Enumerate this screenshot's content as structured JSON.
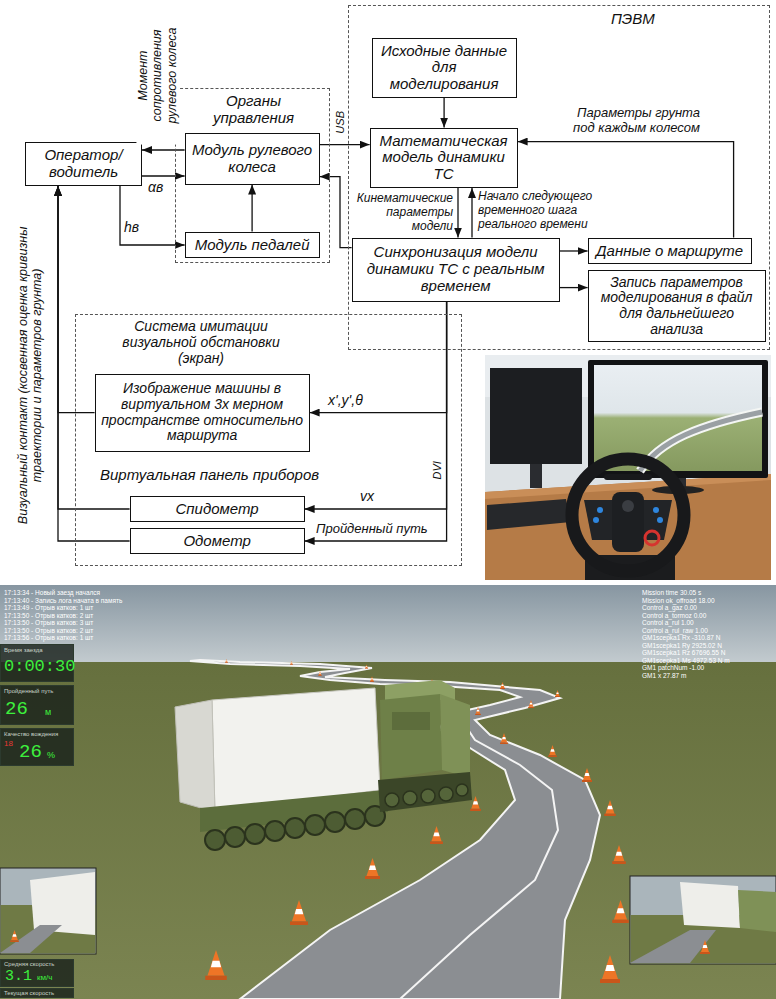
{
  "diagram": {
    "nodes": [
      {
        "text": [
          "ПЭВМ"
        ]
      },
      {
        "text": [
          "Исходные данные для моделирования"
        ],
        "in": 0
      },
      {
        "text": [
          "Математическая модель динамики ТС"
        ],
        "in": 0
      },
      {
        "text": [
          "Синхронизация модели динамики ТС с реальным временем"
        ],
        "in": 0
      },
      {
        "text": [
          "Данные о маршруте"
        ],
        "in": 0
      },
      {
        "text": [
          "Запись параметров моделирования в файл для дальнейшего анализа"
        ],
        "in": 0
      },
      {
        "text": [
          "Органы управления"
        ]
      },
      {
        "text": [
          "Модуль рулевого колеса"
        ],
        "in": 6
      },
      {
        "text": [
          "Модуль педалей"
        ],
        "in": 6
      },
      {
        "text": [
          "Оператор/ водитель"
        ]
      },
      {
        "text": [
          "Система имитации визуальной обстановки (экран)"
        ]
      },
      {
        "text": [
          "Изображение машины в виртуальном 3х мерном пространстве относительно маршрута"
        ],
        "in": 10
      },
      {
        "text": [
          "Спидометр"
        ],
        "in": 10
      },
      {
        "text": [
          "Одометр"
        ],
        "in": 10
      },
      {
        "text": [
          "Время заезда",
          "0:00:30"
        ]
      },
      {
        "text": [
          "Пройденный путь",
          "26",
          "м"
        ]
      },
      {
        "text": [
          "Качество вождения",
          "18",
          "26",
          "%"
        ]
      },
      {
        "text": [
          "Средняя скорость",
          "3.1",
          "км/ч"
        ]
      },
      {
        "text": [
          "Текущая скорость"
        ]
      }
    ],
    "edges": [
      {
        "from": 7,
        "to": 9,
        "arrow": "to",
        "label": "Момент сопротивления рулевого колеса"
      },
      {
        "from": 9,
        "to": 7,
        "arrow": "to",
        "label": "αв"
      },
      {
        "from": 9,
        "to": 8,
        "arrow": "to",
        "label": "hв"
      },
      {
        "from": 8,
        "to": 7,
        "arrow": "to"
      },
      {
        "from": 7,
        "to": 2,
        "arrow": "to"
      },
      {
        "from": 3,
        "to": 7,
        "arrow": "to"
      },
      {
        "from": 1,
        "to": 2,
        "arrow": "to"
      },
      {
        "from": 2,
        "to": 3,
        "arrow": "to",
        "label": "Кинематические параметры модели"
      },
      {
        "from": 3,
        "to": 2,
        "arrow": "to",
        "label": "Начало следующего временного шага реального времени"
      },
      {
        "from": 4,
        "to": 2,
        "arrow": "to",
        "label": "Параметры грунта под каждым колесом"
      },
      {
        "from": 3,
        "to": 4,
        "arrow": "to"
      },
      {
        "from": 3,
        "to": 5,
        "arrow": "to"
      },
      {
        "from": 3,
        "to": 11,
        "arrow": "to",
        "label": "x',y',θ"
      },
      {
        "from": 3,
        "to": 12,
        "arrow": "to",
        "label": "vx"
      },
      {
        "from": 3,
        "to": 13,
        "arrow": "to",
        "label": "Пройденный путь"
      },
      {
        "from": 11,
        "to": 9,
        "arrow": "to",
        "label": "Визуальный контакт (косвенная оценка кривизны траектории и параметров грунта)"
      },
      {
        "from": 12,
        "to": 9,
        "arrow": "to"
      },
      {
        "from": 13,
        "to": 9,
        "arrow": "to"
      }
    ],
    "labels": [
      "Виртуальная панель приборов",
      "USB",
      "DVI",
      "17:13:34 - Новый заезд начался",
      "17:13:40 - Запись лога начата в память",
      "17:13:49 - Отрыв катков: 1 шт",
      "17:13:50 - Отрыв катков: 2 шт",
      "17:13:50 - Отрыв катков: 3 шт",
      "17:13:50 - Отрыв катков: 2 шт",
      "17:13:56 - Отрыв катков: 1 шт",
      "Mission time 30.05 s",
      "Mission ok_offroad 18.00",
      "Control a_gaz 0.00",
      "Control a_tormoz 0.00",
      "Control a_rul 1.00",
      "Control a_rul_raw 1.00",
      "GM1scepka1 Rx -310.87 N",
      "GM1scepka1 Ry 2925.02 N",
      "GM1scepka1 Rz 67696.55 N",
      "GM1scepka1 Ms 4972.53 N m",
      "GM1 patchNum -1.00",
      "GM1 x 27.87 m"
    ]
  }
}
